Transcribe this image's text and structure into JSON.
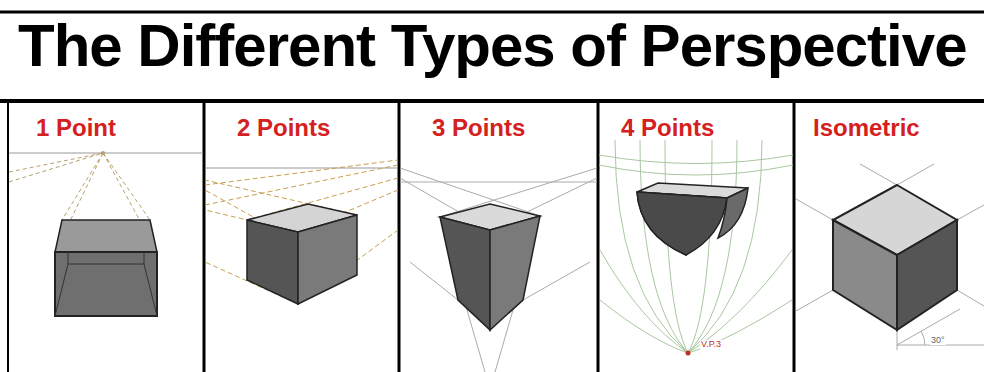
{
  "diagram": {
    "title": "The Different Types of Perspective",
    "nodes": [
      {
        "text": [
          "1 Point"
        ]
      },
      {
        "text": [
          "2 Points"
        ]
      },
      {
        "text": [
          "3 Points"
        ]
      },
      {
        "text": [
          "4 Points"
        ]
      },
      {
        "text": [
          "Isometric"
        ]
      }
    ],
    "labels": [
      "V.P.3",
      "30°"
    ]
  }
}
